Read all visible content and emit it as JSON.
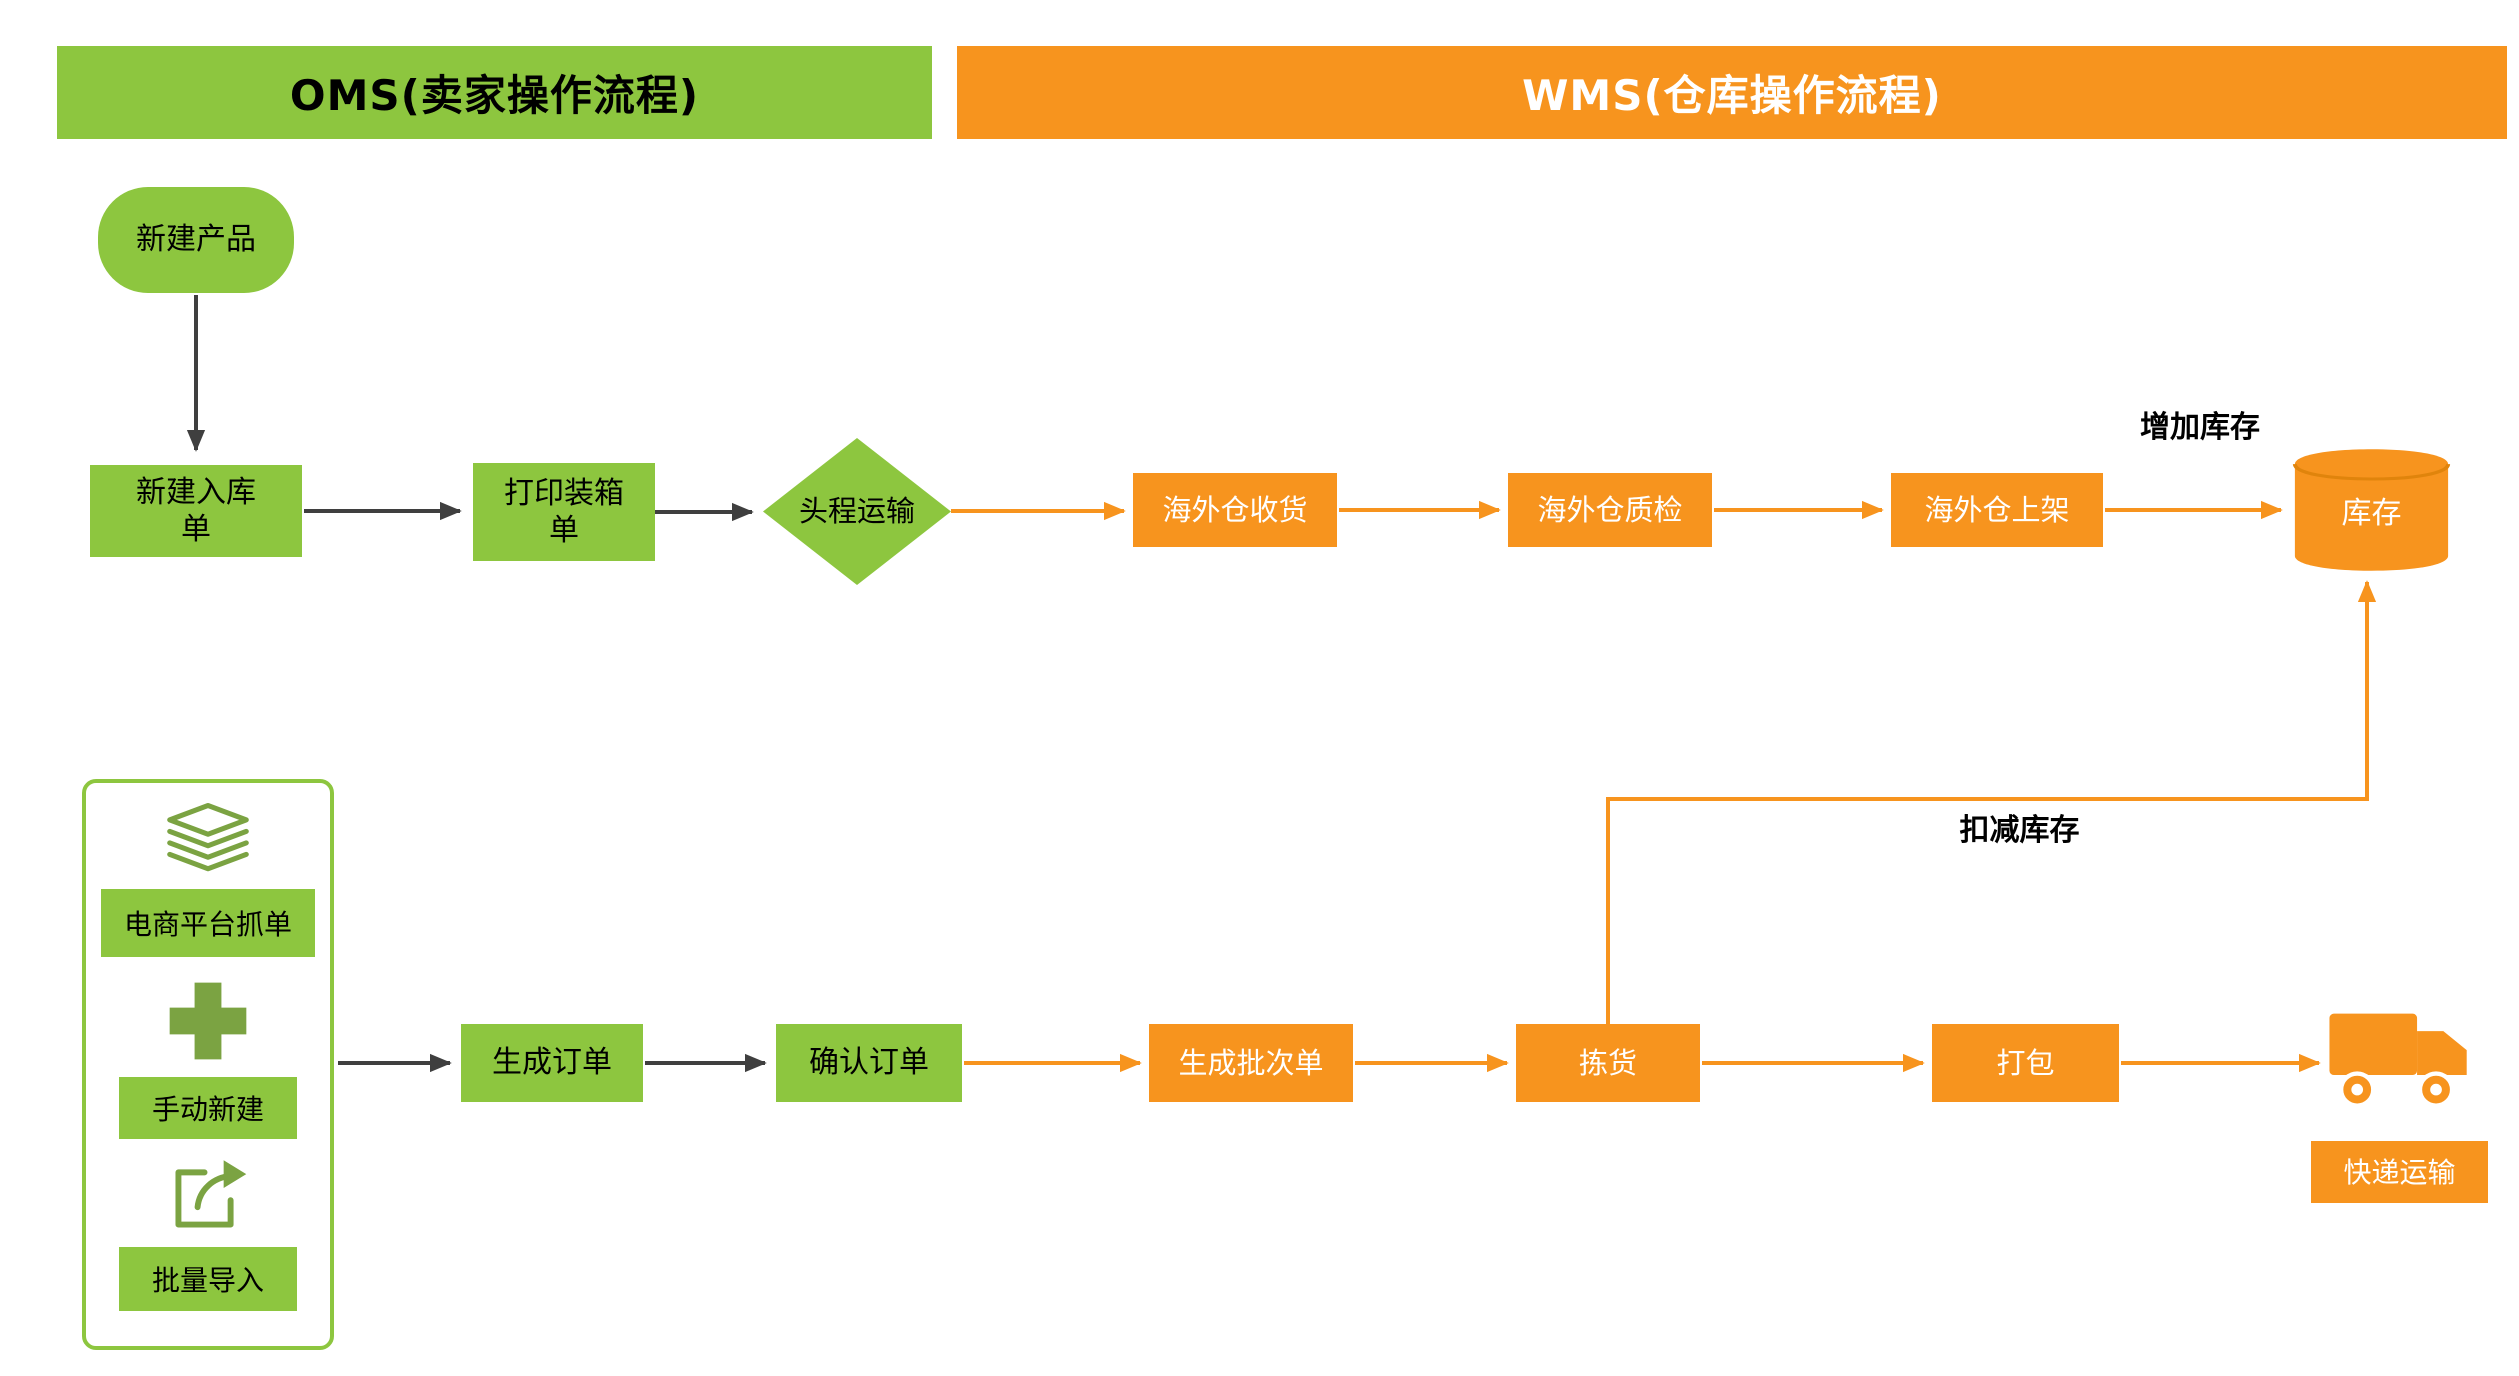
{
  "headers": {
    "oms": "OMS(卖家操作流程)",
    "wms": "WMS(仓库操作流程)"
  },
  "nodes": {
    "new_product": "新建产品",
    "new_inbound_order": "新建入库单",
    "print_packing_list": "打印装箱单",
    "first_leg_transport": "头程运输",
    "overseas_receiving": "海外仓收货",
    "overseas_qc": "海外仓质检",
    "overseas_shelving": "海外仓上架",
    "inventory": "库存",
    "platform_grab_order": "电商平台抓单",
    "manual_create": "手动新建",
    "batch_import": "批量导入",
    "generate_order": "生成订单",
    "confirm_order": "确认订单",
    "generate_batch_order": "生成批次单",
    "picking": "拣货",
    "packing": "打包",
    "express_transport": "快递运输"
  },
  "labels": {
    "increase_inventory": "增加库存",
    "decrease_inventory": "扣减库存"
  },
  "icons": {
    "layers": "layers-icon",
    "plus": "plus-icon",
    "export": "export-icon",
    "truck": "truck-icon",
    "inventory_cylinder": "database-cylinder-icon"
  },
  "colors": {
    "green": "#8dc63f",
    "orange": "#f7941e",
    "icon_green": "#7ba342",
    "arrow_dark": "#3f3f3f"
  }
}
